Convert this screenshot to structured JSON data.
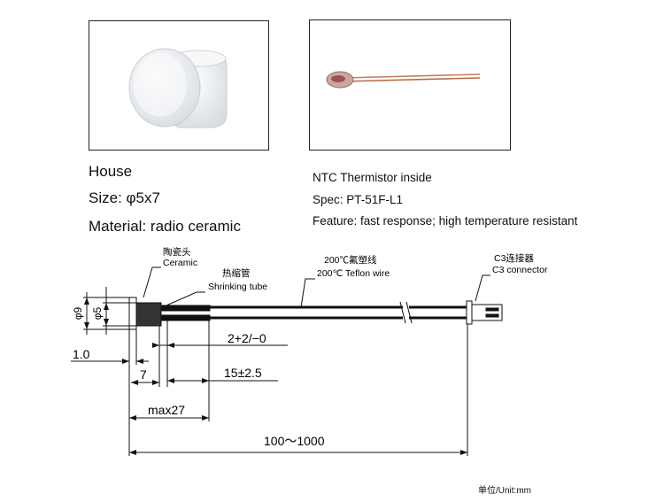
{
  "house": {
    "title": "House",
    "size": "Size: φ5x7",
    "material": "Material: radio ceramic"
  },
  "thermistor": {
    "line1": "NTC Thermistor inside",
    "line2": "Spec: PT-51F-L1",
    "line3": "Feature: fast response; high temperature resistant"
  },
  "callouts": {
    "ceramic_cn": "陶瓷头",
    "ceramic_en": "Ceramic",
    "tube_cn": "热缩管",
    "tube_en": "Shrinking tube",
    "wire_cn": "200℃氟塑线",
    "wire_en": "200℃ Teflon wire",
    "connector_cn": "C3连接器",
    "connector_en": "C3 connector"
  },
  "dimensions": {
    "d9": "φ9",
    "d5": "φ5",
    "t1": "1.0",
    "l7": "7",
    "tol": "2+2/−0",
    "tube": "15±2.5",
    "max": "max27",
    "total": "100～1000"
  },
  "unit": "单位/Unit:mm"
}
